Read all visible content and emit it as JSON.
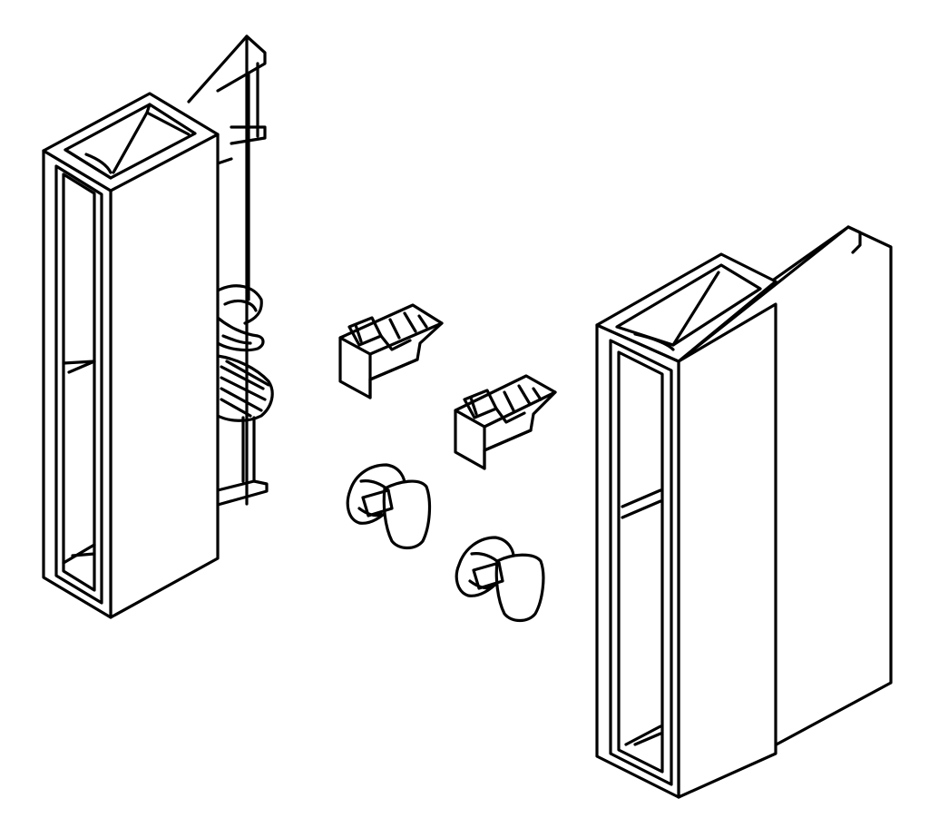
{
  "figure": {
    "kind": "line-art exploded assembly drawing",
    "line_color": "#000000",
    "background_color": "#ffffff",
    "parts": [
      {
        "name": "left-rear-bracket"
      },
      {
        "name": "right-front-bracket"
      },
      {
        "name": "clip-upper-left"
      },
      {
        "name": "clip-upper-right"
      },
      {
        "name": "clip-lower-left"
      },
      {
        "name": "clip-lower-right"
      }
    ]
  }
}
